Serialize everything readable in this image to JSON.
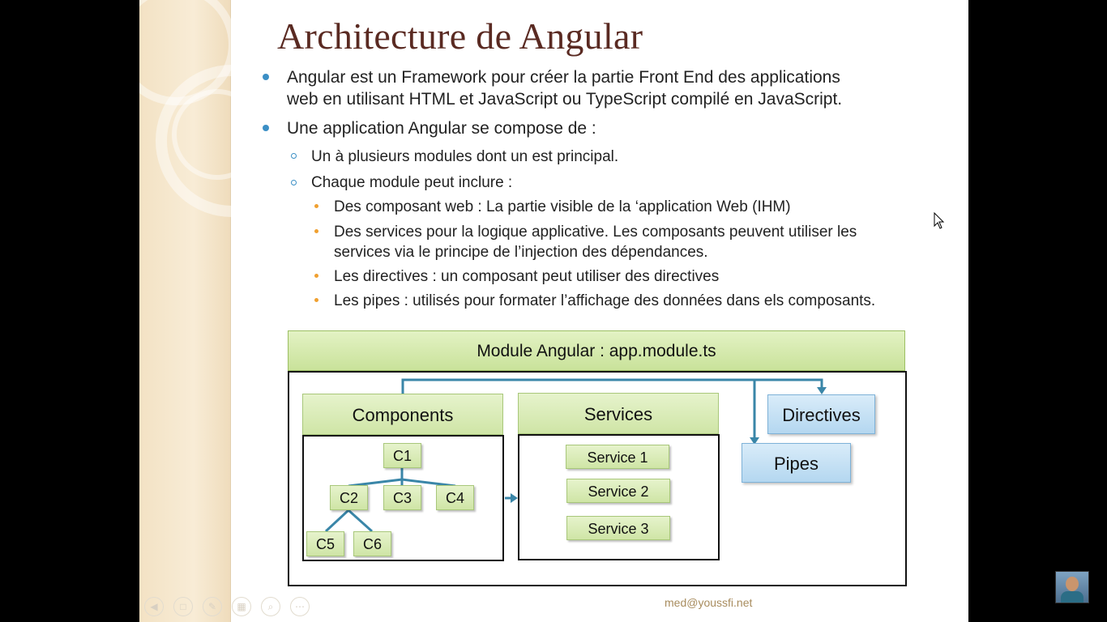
{
  "slide": {
    "title": "Architecture de Angular",
    "bullets": [
      {
        "level": 1,
        "lines": [
          "Angular est un Framework pour créer la partie Front End des applications",
          "web en utilisant HTML et JavaScript ou TypeScript compilé en JavaScript."
        ]
      },
      {
        "level": 1,
        "lines": [
          "Une application Angular se compose de :"
        ]
      },
      {
        "level": 2,
        "lines": [
          "Un à plusieurs modules dont un est principal."
        ]
      },
      {
        "level": 2,
        "lines": [
          "Chaque module peut inclure :"
        ]
      },
      {
        "level": 3,
        "lines": [
          "Des composant web :  La partie visible de la ‘application Web (IHM)"
        ]
      },
      {
        "level": 3,
        "lines": [
          "Des services pour la logique applicative. Les composants peuvent utiliser les",
          "services via le principe de l’injection des dépendances."
        ]
      },
      {
        "level": 3,
        "lines": [
          "Les directives :  un composant peut utiliser des directives"
        ]
      },
      {
        "level": 3,
        "lines": [
          "Les pipes : utilisés pour formater l’affichage des données dans els composants."
        ]
      }
    ],
    "footer": "med@youssfi.net"
  },
  "diagram": {
    "module_label": "Module Angular : app.module.ts",
    "components": {
      "label": "Components",
      "nodes": [
        "C1",
        "C2",
        "C3",
        "C4",
        "C5",
        "C6"
      ]
    },
    "services": {
      "label": "Services",
      "items": [
        "Service 1",
        "Service 2",
        "Service 3"
      ]
    },
    "directives_label": "Directives",
    "pipes_label": "Pipes"
  },
  "colors": {
    "title": "#5a2a22",
    "bullet_level1": "#3b8fc5",
    "bullet_level3": "#f0a030",
    "green_box": "#cfe5a6",
    "blue_box": "#b4d7f0",
    "arrow": "#3a86a8"
  },
  "icons": [
    "back-arrow-icon",
    "slide-icon",
    "pen-icon",
    "grid-icon",
    "zoom-icon",
    "more-icon",
    "mouse-pointer-icon"
  ]
}
